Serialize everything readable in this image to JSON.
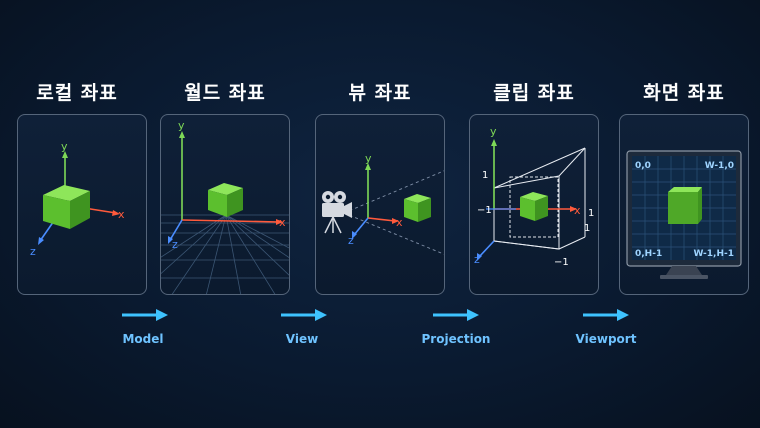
{
  "stages": [
    {
      "title": "로컬 좌표"
    },
    {
      "title": "월드 좌표"
    },
    {
      "title": "뷰 좌표"
    },
    {
      "title": "클립 좌표"
    },
    {
      "title": "화면 좌표"
    }
  ],
  "transitions": [
    {
      "label": "Model"
    },
    {
      "label": "View"
    },
    {
      "label": "Projection"
    },
    {
      "label": "Viewport"
    }
  ],
  "axes": {
    "x": "x",
    "y": "y",
    "z": "z"
  },
  "clip_labels": {
    "top": "1",
    "left": "−1",
    "right_upper": "1",
    "right_lower": "1",
    "bottom": "−1"
  },
  "screen_corners": {
    "top_left": "0,0",
    "top_right": "W-1,0",
    "bottom_left": "0,H-1",
    "bottom_right": "W-1,H-1"
  },
  "colors": {
    "x_axis": "#ff5a3c",
    "y_axis": "#7ed957",
    "z_axis": "#4a8dff",
    "cube": "#6ccf3a",
    "arrow": "#3ec3ff",
    "label": "#6fc3ff"
  }
}
